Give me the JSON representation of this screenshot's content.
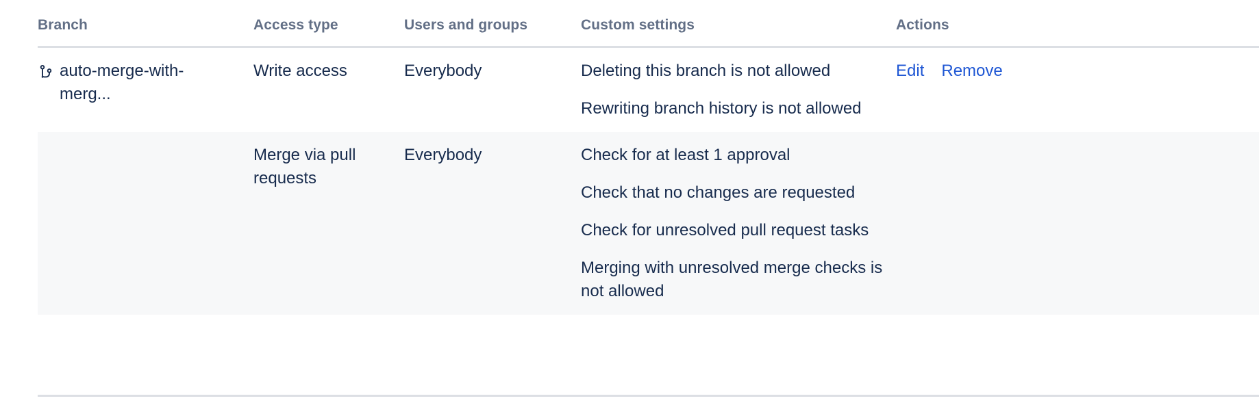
{
  "table": {
    "columns": [
      {
        "key": "branch",
        "label": "Branch"
      },
      {
        "key": "access",
        "label": "Access type"
      },
      {
        "key": "users",
        "label": "Users and groups"
      },
      {
        "key": "custom",
        "label": "Custom settings"
      },
      {
        "key": "actions",
        "label": "Actions"
      }
    ],
    "rows": [
      {
        "branch_icon": "git-branch-icon",
        "branch": "auto-merge-with-merg...",
        "access_type": "Write access",
        "users_and_groups": "Everybody",
        "custom_settings": [
          "Deleting this branch is not allowed",
          "Rewriting branch history is not allowed"
        ],
        "actions": [
          {
            "label": "Edit"
          },
          {
            "label": "Remove"
          }
        ]
      },
      {
        "branch_icon": "",
        "branch": "",
        "access_type": "Merge via pull requests",
        "users_and_groups": "Everybody",
        "custom_settings": [
          "Check for at least 1 approval",
          "Check that no changes are requested",
          "Check for unresolved pull request tasks",
          "Merging with unresolved merge checks is not allowed"
        ],
        "actions": []
      }
    ]
  },
  "colors": {
    "header_text": "#626F86",
    "body_text": "#172B4D",
    "link": "#1F57D4",
    "row_alt_background": "#F7F8F9",
    "rule": "#DCDFE4"
  }
}
